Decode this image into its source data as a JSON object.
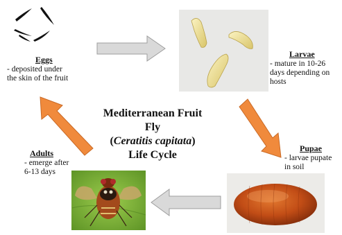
{
  "title": {
    "line1": "Mediterranean Fruit Fly",
    "paren_open": "(",
    "scientific_name": "Ceratitis capitata",
    "paren_close": ")",
    "line3": "Life Cycle"
  },
  "stages": {
    "eggs": {
      "title": "Eggs",
      "desc1": "- deposited under",
      "desc2": "the skin of the fruit"
    },
    "larvae": {
      "title": "Larvae",
      "desc1": "- mature in 10-26",
      "desc2": "days depending on",
      "desc3": "hosts"
    },
    "pupae": {
      "title": "Pupae",
      "desc1": "- larvae pupate",
      "desc2": "in soil"
    },
    "adults": {
      "title": "Adults",
      "desc1": "- emerge after",
      "desc2": "6-13 days"
    }
  },
  "colors": {
    "orange_arrow": "#f08a3c",
    "gray_arrow": "#d9d9d9",
    "leaf_green": "#7fb23a",
    "pupa_orange": "#c8501a",
    "larva_cream": "#f1e6a0"
  },
  "icons": {
    "eggs": "eggs-illustration",
    "larvae": "larvae-photo",
    "pupa": "pupa-photo",
    "adult": "adult-fly-photo"
  }
}
